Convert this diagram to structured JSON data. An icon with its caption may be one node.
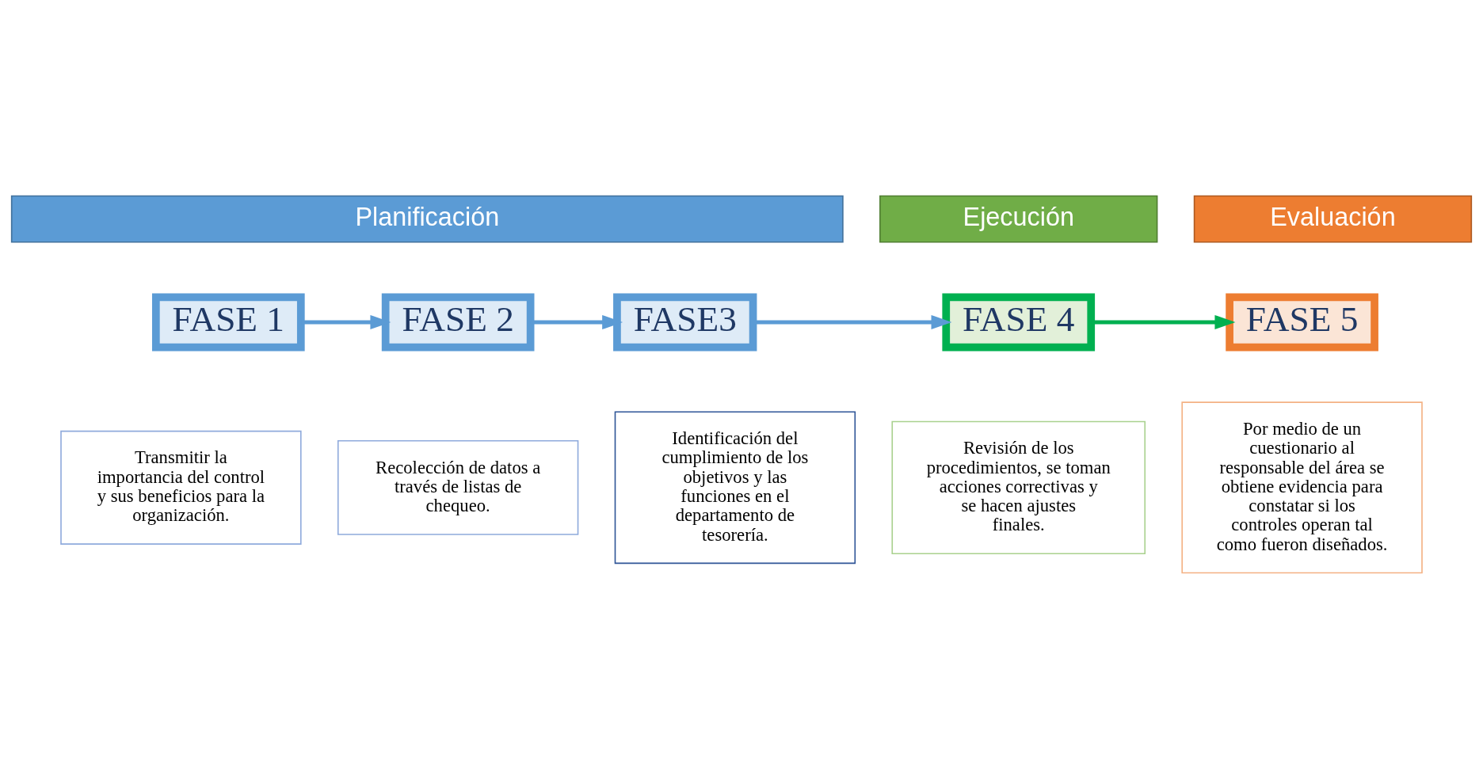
{
  "diagram": {
    "nodes": [
      {
        "text": [
          "Planificación"
        ]
      },
      {
        "text": [
          "Ejecución"
        ]
      },
      {
        "text": [
          "Evaluación"
        ]
      },
      {
        "text": [
          "FASE 1"
        ]
      },
      {
        "text": [
          "FASE 2"
        ]
      },
      {
        "text": [
          "FASE3"
        ]
      },
      {
        "text": [
          "FASE 4"
        ]
      },
      {
        "text": [
          "FASE 5"
        ]
      },
      {
        "text": [
          "Transmitir la importancia del control y sus beneficios para la organización."
        ]
      },
      {
        "text": [
          "Recolección de datos a través de listas de chequeo."
        ]
      },
      {
        "text": [
          "Identificación del cumplimiento de los objetivos y las funciones en el departamento de tesorería."
        ]
      },
      {
        "text": [
          "Revisión de los procedimientos, se toman acciones correctivas y se hacen ajustes finales."
        ]
      },
      {
        "text": [
          "Por medio de un cuestionario al responsable del área se obtiene evidencia para constatar si los controles operan tal como fueron diseñados."
        ]
      }
    ],
    "edges": [
      {
        "from": 3,
        "to": 4,
        "arrow": "to",
        "color": "#5b9bd5"
      },
      {
        "from": 4,
        "to": 5,
        "arrow": "to",
        "color": "#5b9bd5"
      },
      {
        "from": 5,
        "to": 6,
        "arrow": "to",
        "color": "#5b9bd5"
      },
      {
        "from": 6,
        "to": 7,
        "arrow": "to",
        "color": "#00b050"
      }
    ]
  }
}
